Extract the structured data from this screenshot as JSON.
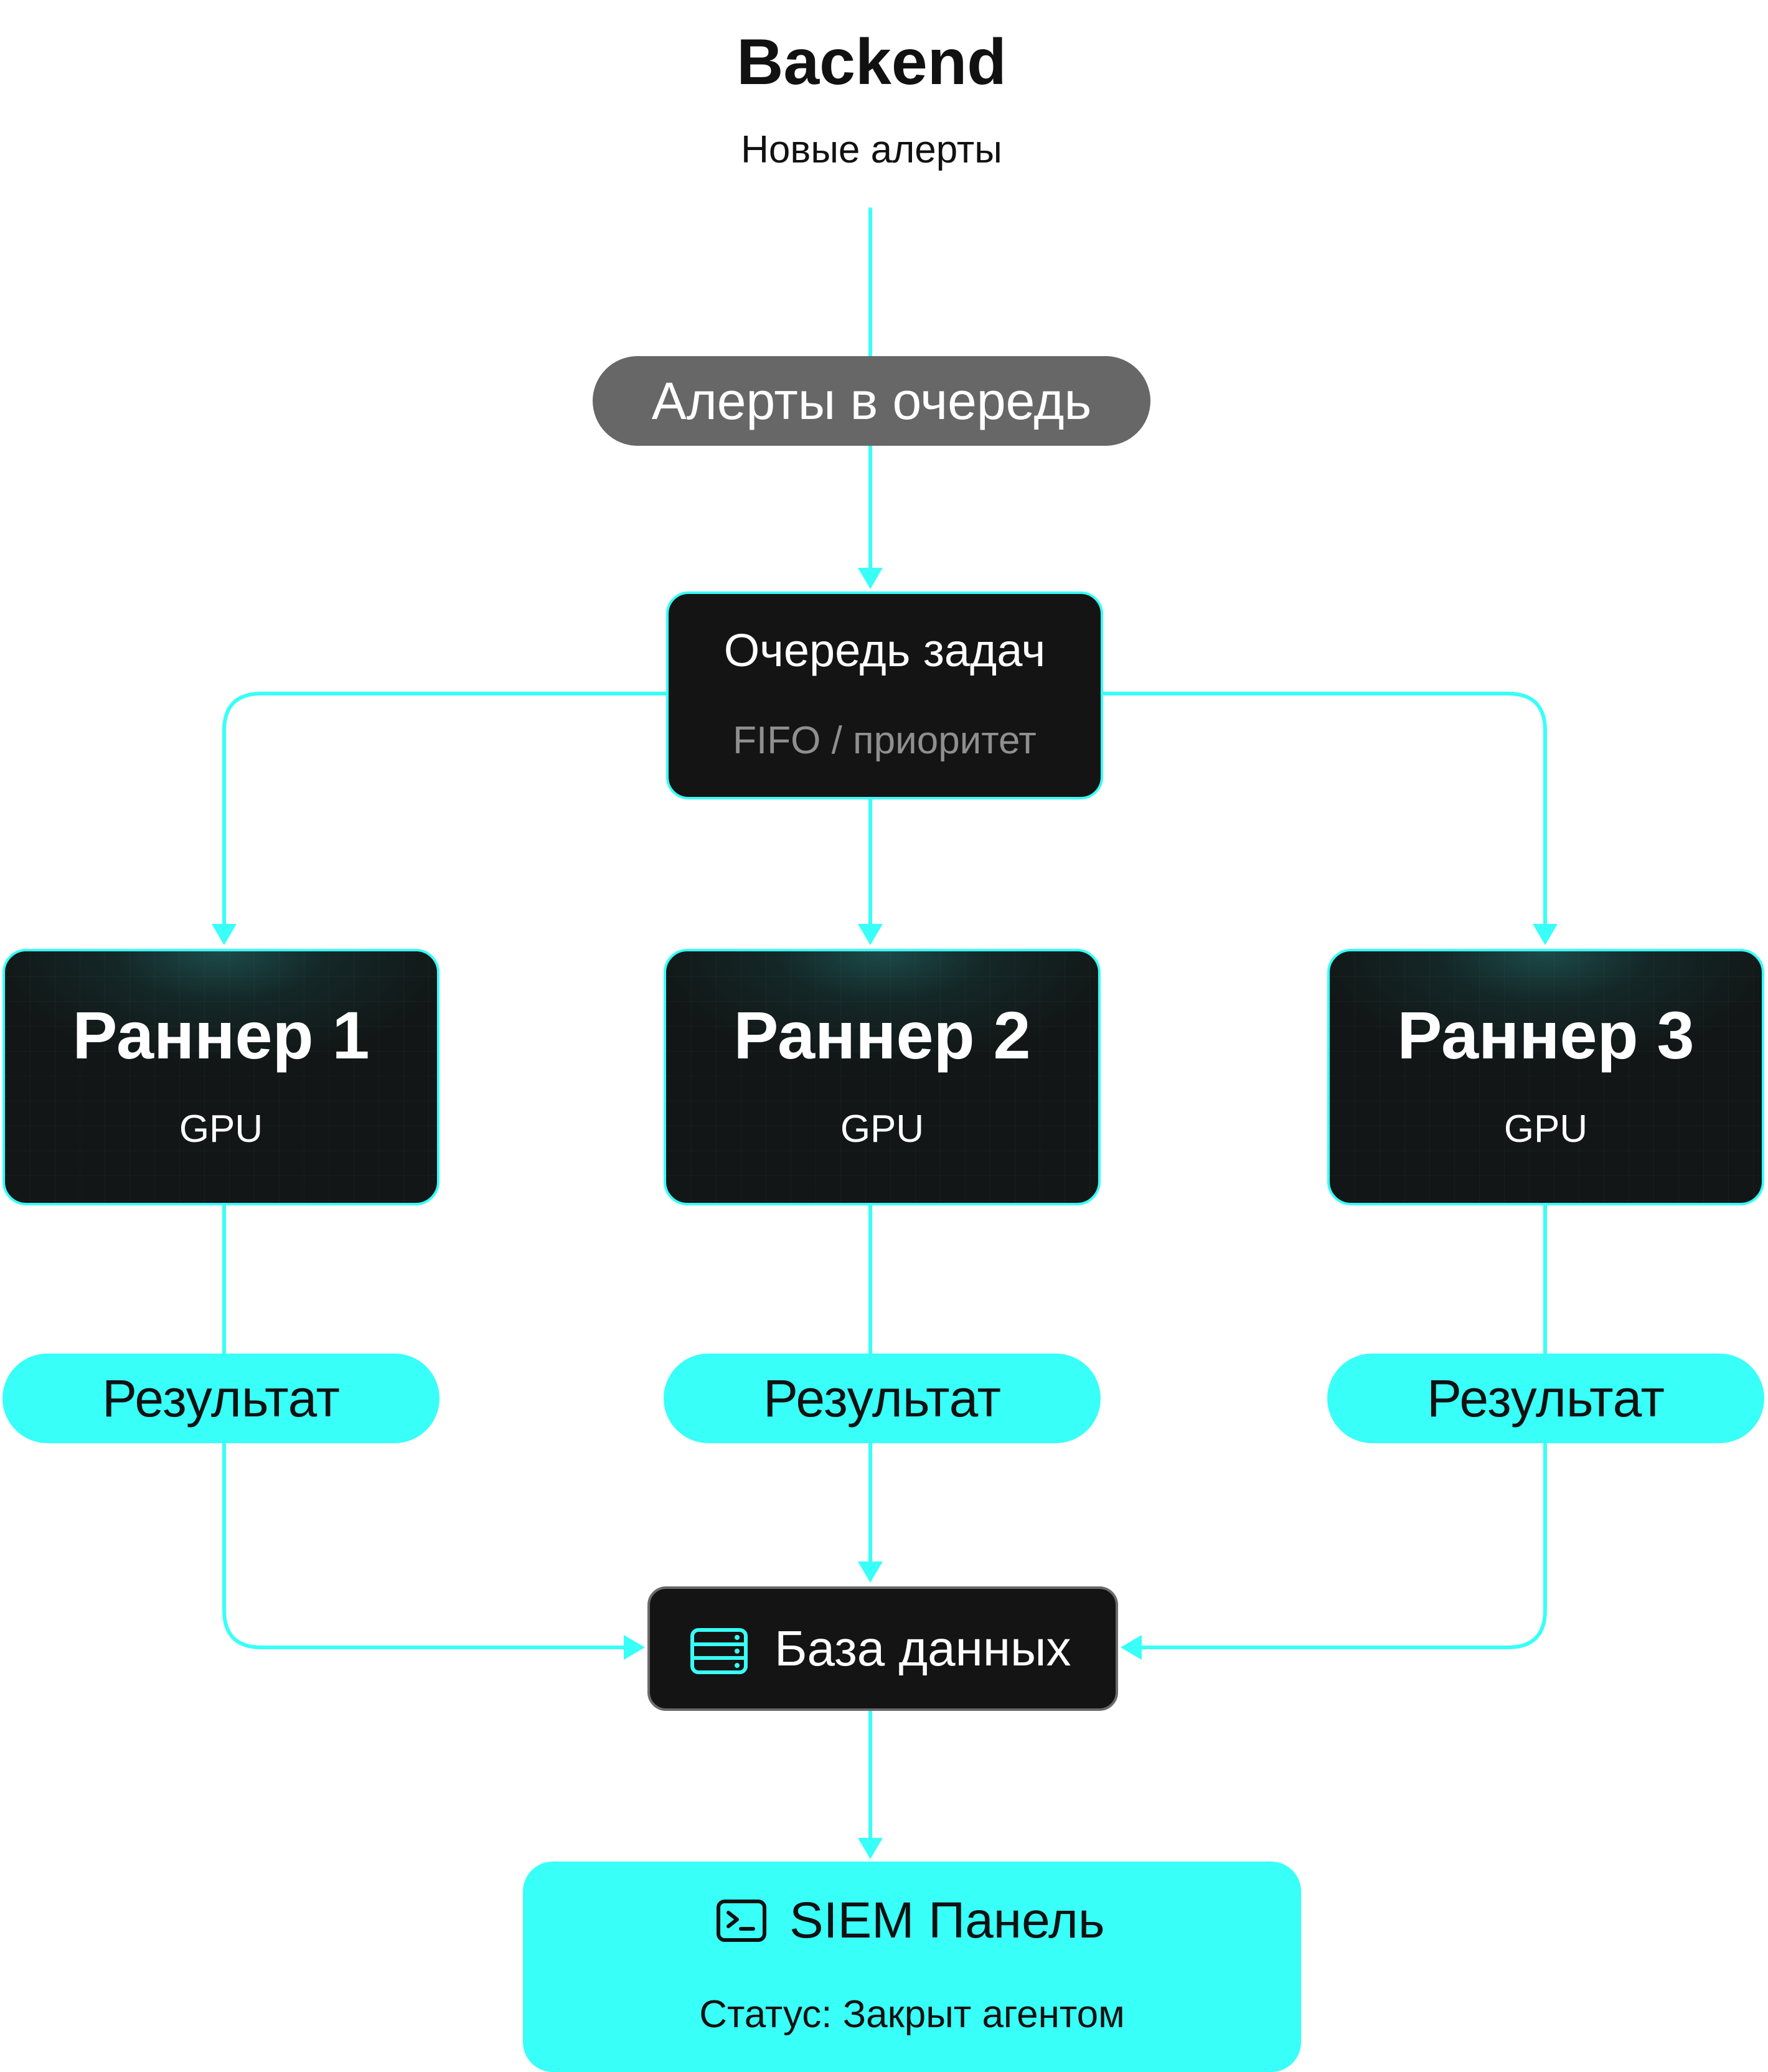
{
  "header": {
    "title": "Backend",
    "subtitle": "Новые алерты"
  },
  "nodes": {
    "intake": {
      "label": "Алерты в очередь"
    },
    "queue": {
      "title": "Очередь задач",
      "subtitle": "FIFO / приоритет"
    },
    "runners": [
      {
        "title": "Раннер 1",
        "subtitle": "GPU"
      },
      {
        "title": "Раннер 2",
        "subtitle": "GPU"
      },
      {
        "title": "Раннер 3",
        "subtitle": "GPU"
      }
    ],
    "results": [
      {
        "label": "Результат"
      },
      {
        "label": "Результат"
      },
      {
        "label": "Результат"
      }
    ],
    "database": {
      "label": "База данных",
      "icon": "database-icon"
    },
    "siem": {
      "title": "SIEM Панель",
      "status": "Статус: Закрыт агентом",
      "icon": "terminal-icon"
    }
  },
  "colors": {
    "accent": "#38fff8",
    "dark_node": "#141414",
    "gray_pill": "#676767",
    "muted_text": "#8f8f8f"
  }
}
